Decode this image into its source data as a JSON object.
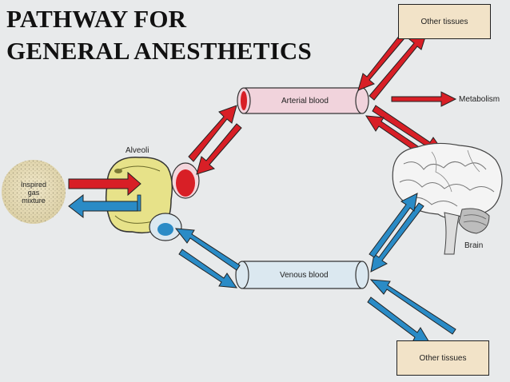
{
  "title": {
    "line1": "PATHWAY FOR",
    "line2": "GENERAL ANESTHETICS"
  },
  "labels": {
    "alveoli": "Alveoli",
    "inspired_gas": [
      "Inspired",
      "gas",
      "mixture"
    ],
    "arterial_blood": "Arterial blood",
    "venous_blood": "Venous blood",
    "other_tissues_top": "Other tissues",
    "other_tissues_bottom": "Other tissues",
    "metabolism": "Metabolism",
    "brain": "Brain"
  },
  "colors": {
    "background": "#e8eaeb",
    "arterial_arrow": "#d81f26",
    "venous_arrow": "#2a8bc6",
    "arterial_vessel": "#f1d3dc",
    "venous_vessel": "#dbe8f0",
    "alveoli_fill": "#e7e289",
    "tissue_box": "#f2e3c8"
  }
}
